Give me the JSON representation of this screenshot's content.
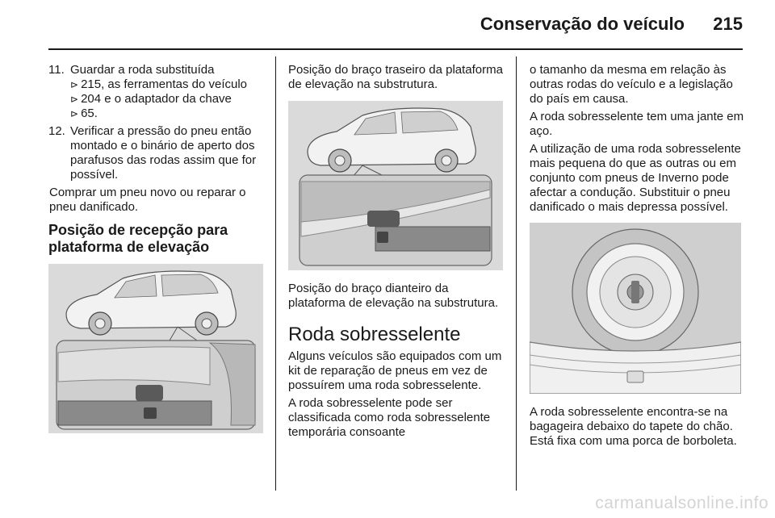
{
  "header": {
    "title": "Conservação do veículo",
    "page_number": "215"
  },
  "col1": {
    "items": [
      {
        "num": "11.",
        "lines": [
          "Guardar a roda substituída"
        ],
        "refs": [
          "215, as ferramentas do veículo",
          "204 e o adaptador da chave",
          "65."
        ]
      },
      {
        "num": "12.",
        "text": "Verificar a pressão do pneu então montado e o binário de aperto dos parafusos das rodas assim que for possível."
      }
    ],
    "para": "Comprar um pneu novo ou reparar o pneu danificado.",
    "subhead": "Posição de recepção para plataforma de elevação"
  },
  "col2": {
    "caption1": "Posição do braço traseiro da plataforma de elevação na substrutura.",
    "caption2": "Posição do braço dianteiro da plataforma de elevação na substrutura.",
    "section_head": "Roda sobresselente",
    "para1": "Alguns veículos são equipados com um kit de reparação de pneus em vez de possuírem uma roda sobresselente.",
    "para2": "A roda sobresselente pode ser classificada como roda sobresselente temporária consoante"
  },
  "col3": {
    "para1": "o tamanho da mesma em relação às outras rodas do veículo e a legislação do país em causa.",
    "para2": "A roda sobresselente tem uma jante em aço.",
    "para3": "A utilização de uma roda sobresselente mais pequena do que as outras ou em conjunto com pneus de Inverno pode afectar a condução. Substituir o pneu danificado o mais depressa possível.",
    "para4": "A roda sobresselente encontra-se na bagageira debaixo do tapete do chão. Está fixa com uma porca de borboleta."
  },
  "watermark": "carmanualsonline.info",
  "icons": {
    "ref_arrow": "arrow-right-icon"
  }
}
